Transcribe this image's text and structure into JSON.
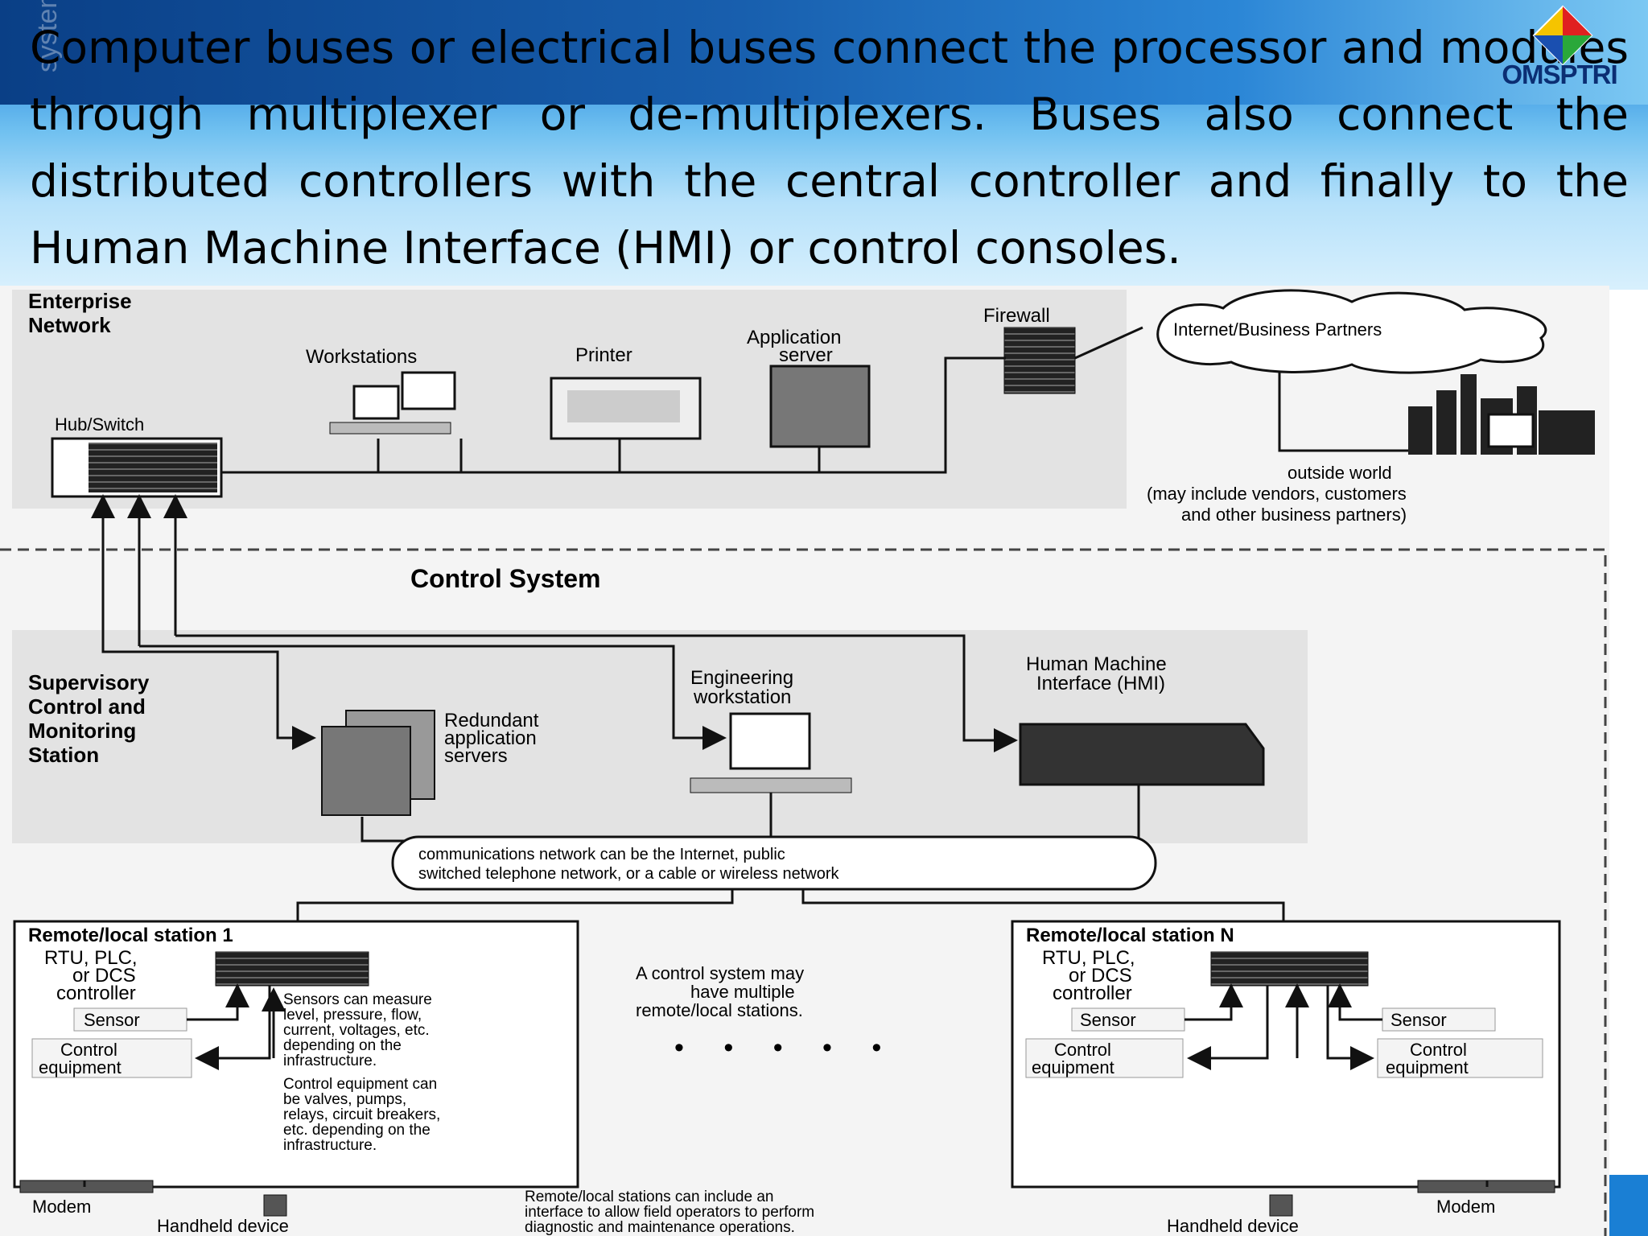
{
  "slide": {
    "intro_text": "Computer buses or electrical buses connect the processor and modules through multiplexer or de-multiplexers. Buses also connect the distributed controllers with the central controller and finally to the Human Machine Interface (HMI) or control consoles.",
    "logo_text": "OMSPTRI",
    "watermark": "systemsinet",
    "colors": {
      "header_dark": "#0a3f86",
      "header_light": "#b6e1fa",
      "zone_gray": "#e6e6e6",
      "logo_blue": "#0b2e73"
    }
  },
  "diagram": {
    "enterprise": {
      "title_l1": "Enterprise",
      "title_l2": "Network",
      "workstations": "Workstations",
      "printer": "Printer",
      "app_server_l1": "Application",
      "app_server_l2": "server",
      "firewall": "Firewall",
      "hub_switch": "Hub/Switch",
      "internet": "Internet/Business Partners",
      "outside_l1": "outside world",
      "outside_l2": "(may include vendors, customers",
      "outside_l3": "and other business partners)"
    },
    "control_system": "Control System",
    "supervisory": {
      "title_l1": "Supervisory",
      "title_l2": "Control and",
      "title_l3": "Monitoring",
      "title_l4": "Station",
      "redundant_l1": "Redundant",
      "redundant_l2": "application",
      "redundant_l3": "servers",
      "eng_l1": "Engineering",
      "eng_l2": "workstation",
      "hmi_l1": "Human Machine",
      "hmi_l2": "Interface (HMI)"
    },
    "comms_l1": "communications network can be the Internet, public",
    "comms_l2": "switched telephone network, or a cable or wireless network",
    "station1": {
      "title": "Remote/local station 1",
      "rtu_l1": "RTU, PLC,",
      "rtu_l2": "or DCS",
      "rtu_l3": "controller",
      "sensor": "Sensor",
      "control_l1": "Control",
      "control_l2": "equipment",
      "note1": [
        "Sensors can measure",
        "level, pressure, flow,",
        "current, voltages, etc.",
        "depending on the",
        "infrastructure."
      ],
      "note2": [
        "Control equipment can",
        "be valves, pumps,",
        "relays, circuit breakers,",
        "etc. depending on the",
        "infrastructure."
      ]
    },
    "middle": {
      "note": [
        "A control system may",
        "have multiple",
        "remote/local stations."
      ],
      "dots": "• • • • •"
    },
    "stationN": {
      "title": "Remote/local station N",
      "rtu_l1": "RTU, PLC,",
      "rtu_l2": "or DCS",
      "rtu_l3": "controller",
      "sensor_left": "Sensor",
      "sensor_right": "Sensor",
      "control_l1": "Control",
      "control_l2": "equipment"
    },
    "bottom": {
      "modem_left": "Modem",
      "handheld_left": "Handheld device",
      "remote_note": [
        "Remote/local stations can include an",
        "interface to allow field operators to perform",
        "diagnostic and maintenance operations."
      ],
      "handheld_right": "Handheld device",
      "modem_right": "Modem"
    }
  }
}
